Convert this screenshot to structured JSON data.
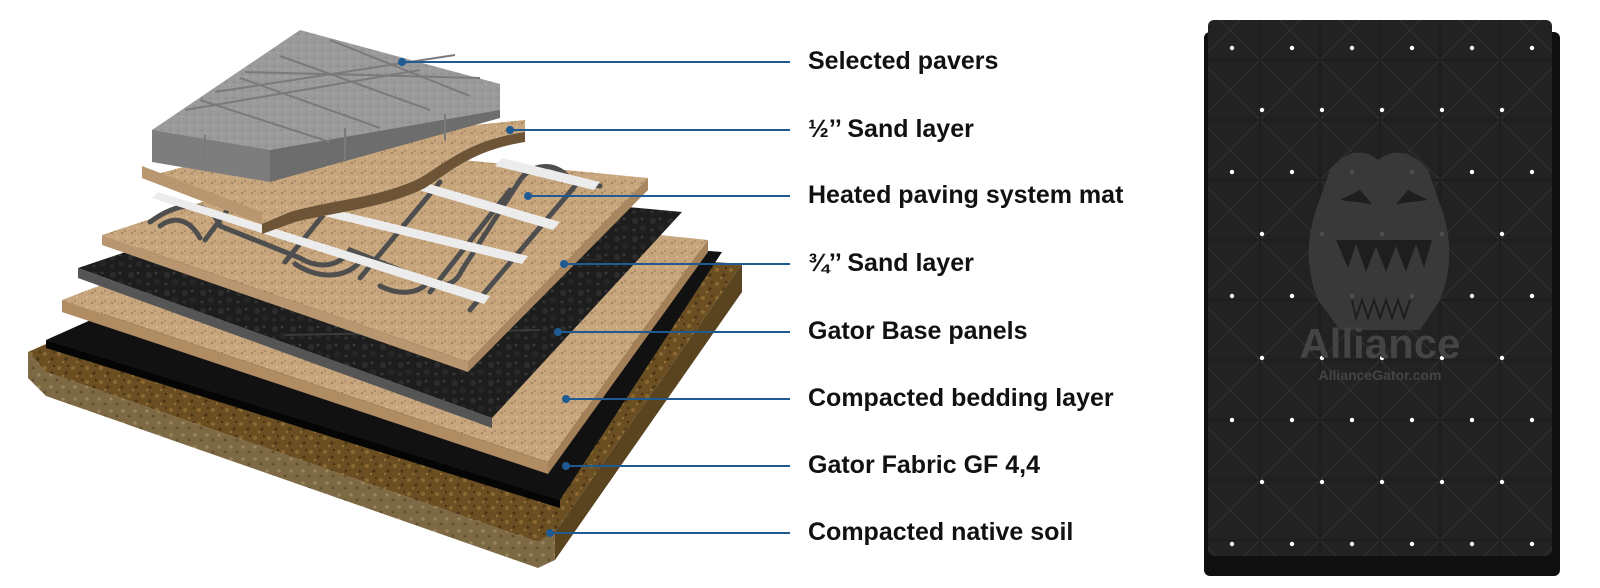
{
  "diagram": {
    "layers": [
      {
        "label": "Selected pavers"
      },
      {
        "label": "½’’ Sand layer"
      },
      {
        "label": "Heated paving system mat"
      },
      {
        "label": "¾’’ Sand layer"
      },
      {
        "label": "Gator Base panels"
      },
      {
        "label": "Compacted bedding layer"
      },
      {
        "label": "Gator Fabric GF 4,4"
      },
      {
        "label": "Compacted native soil"
      }
    ],
    "leader_color": "#1f5a92"
  },
  "panel": {
    "brand_name": "Alliance",
    "brand_url": "AllianceGator.com",
    "mascot_icon": "alligator-head-icon"
  }
}
